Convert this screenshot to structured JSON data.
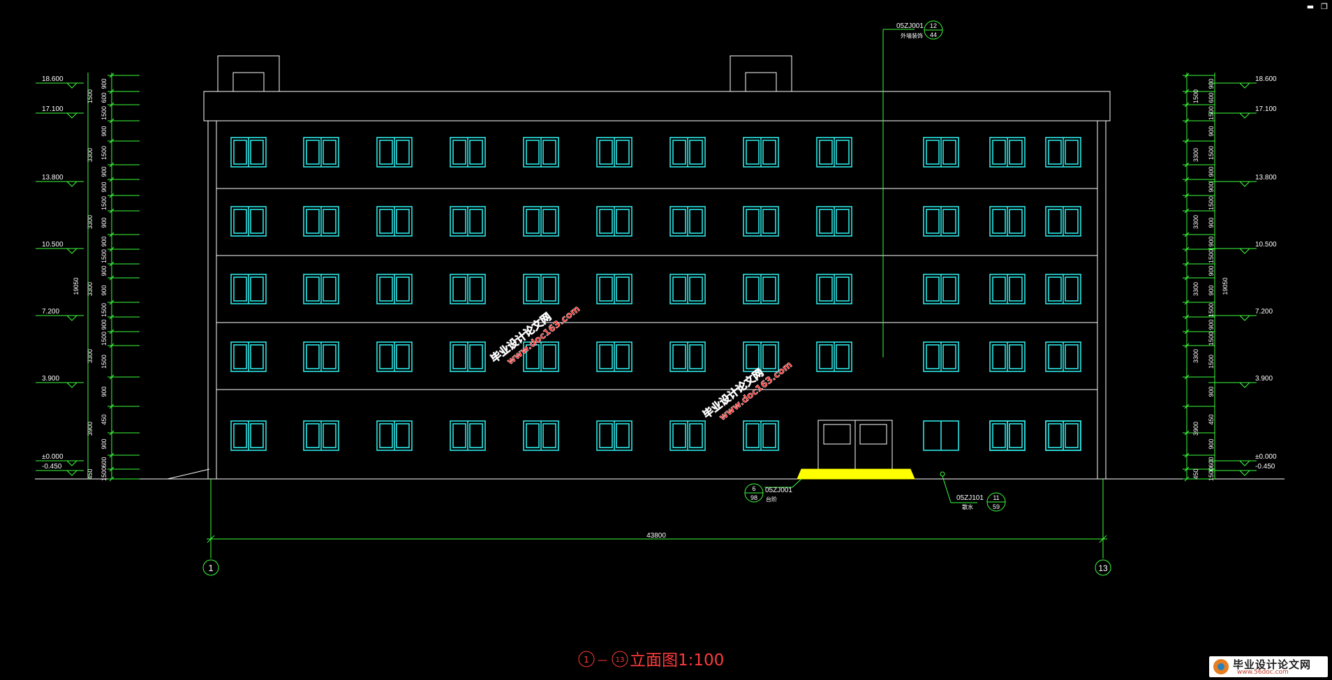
{
  "colors": {
    "background": "#000000",
    "building": "#ffffff",
    "window": "#2ee6e6",
    "dimension": "#3cff3c",
    "title": "#ff3b3b",
    "step": "#ffff00",
    "watermark": "#ff2020"
  },
  "window_controls": [
    "minimize-icon",
    "restore-icon"
  ],
  "elevations": {
    "left": [
      "18.600",
      "17.100",
      "13.800",
      "10.500",
      "7.200",
      "3.900",
      "±0.000",
      "-0.450"
    ],
    "right": [
      "18.600",
      "17.100",
      "13.800",
      "10.500",
      "7.200",
      "3.900",
      "±0.000",
      "-0.450"
    ]
  },
  "dims": {
    "segments": [
      "900",
      "600",
      "1500",
      "900",
      "1500",
      "900",
      "900",
      "1500",
      "900",
      "900",
      "1500",
      "900",
      "900",
      "1500",
      "900",
      "1500",
      "1500",
      "900",
      "450"
    ],
    "floor_dims": [
      "1500",
      "3300",
      "3300",
      "3300",
      "3300",
      "3900",
      "450"
    ],
    "total_height": "19050"
  },
  "callouts": {
    "top_code": "05ZJ001",
    "top_num": "12",
    "top_den": "44",
    "top_note": "外墙装饰",
    "step_code": "05ZJ001",
    "step_num": "6",
    "step_den": "98",
    "step_note": "台阶",
    "ramp_code": "05ZJ101",
    "ramp_num": "11",
    "ramp_den": "59",
    "ramp_note": "散水"
  },
  "bottom": {
    "total_length": "43800",
    "axis_left": "1",
    "axis_right": "13"
  },
  "title": {
    "axis_start": "1",
    "dash": "—",
    "axis_end": "13",
    "text": "立面图1:100"
  },
  "watermark": {
    "line1": "毕业设计论文网",
    "line2": "www.doc163.com"
  },
  "logo": {
    "cn": "毕业设计论文网",
    "url": "www.56doc.com"
  }
}
